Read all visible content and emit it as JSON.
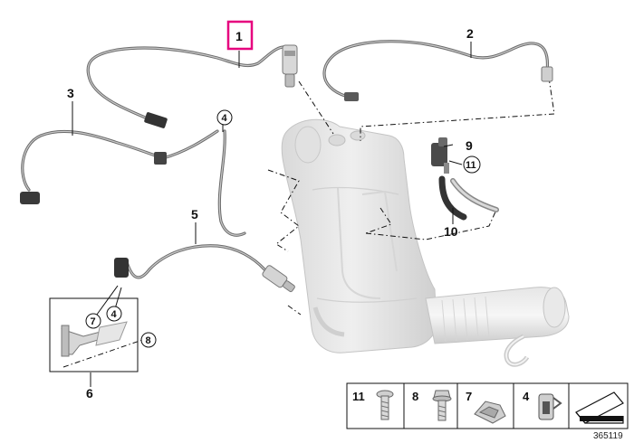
{
  "callouts": {
    "c1": "1",
    "c2": "2",
    "c3": "3",
    "c4": "4",
    "c5": "5",
    "c6": "6",
    "c7": "7",
    "c8": "8",
    "c9": "9",
    "c10": "10",
    "c11": "11"
  },
  "circled": {
    "r4_top": "4",
    "r11": "11",
    "r7": "7",
    "r4_bracket": "4",
    "r8": "8"
  },
  "legend": {
    "items": [
      "11",
      "8",
      "7",
      "4"
    ]
  },
  "reference_number": "365119",
  "colors": {
    "highlight": "#e6007e",
    "wire": "#6b6b6b",
    "part_fill": "#e8e8e8",
    "line": "#111111"
  }
}
